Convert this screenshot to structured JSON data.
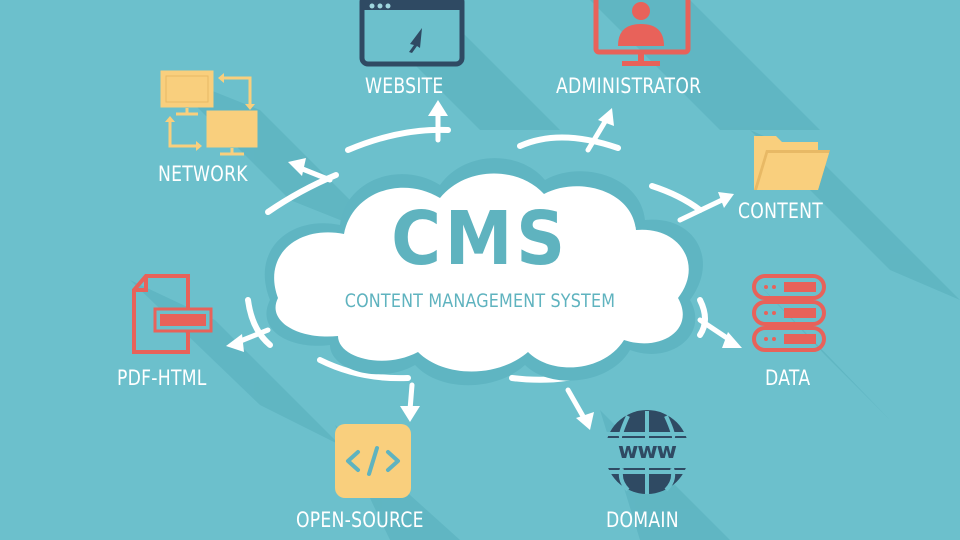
{
  "colors": {
    "background": "#6cc0cc",
    "cloud": "#ffffff",
    "cloud_text": "#5fb3bf",
    "label_text": "#ffffff",
    "yellow": "#f9cf7d",
    "red": "#e8625a",
    "navy": "#2f4a63",
    "shadow": "#5aaebb"
  },
  "center": {
    "title": "CMS",
    "subtitle": "CONTENT MANAGEMENT SYSTEM"
  },
  "nodes": [
    {
      "id": "website",
      "label": "WEBSITE",
      "icon": "browser-window-cursor-icon"
    },
    {
      "id": "administrator",
      "label": "ADMINISTRATOR",
      "icon": "monitor-user-icon"
    },
    {
      "id": "network",
      "label": "NETWORK",
      "icon": "network-computers-icon"
    },
    {
      "id": "content",
      "label": "CONTENT",
      "icon": "folder-icon"
    },
    {
      "id": "pdf-html",
      "label": "PDF-HTML",
      "icon": "document-icon"
    },
    {
      "id": "data",
      "label": "DATA",
      "icon": "server-stack-icon"
    },
    {
      "id": "open-source",
      "label": "OPEN-SOURCE",
      "icon": "code-brackets-icon"
    },
    {
      "id": "domain",
      "label": "DOMAIN",
      "icon": "www-globe-icon"
    }
  ]
}
